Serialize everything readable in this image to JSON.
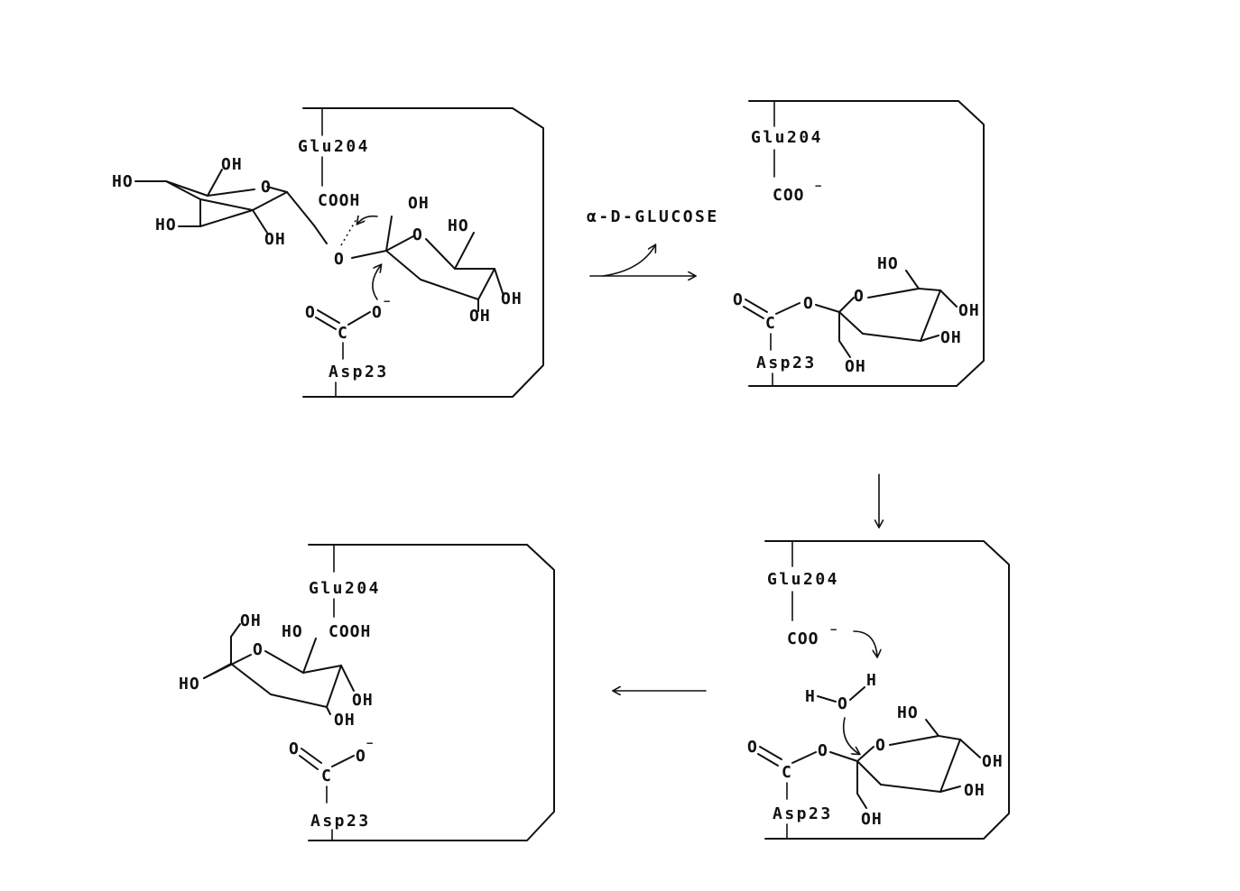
{
  "reaction_label": "α-D-GLUCOSE",
  "residues": {
    "glu": "Glu204",
    "asp": "Asp23"
  },
  "groups": {
    "cooh": "COOH",
    "coo": "COO",
    "minus": "−",
    "oh": "OH",
    "ho": "HO",
    "o": "O",
    "c": "C",
    "h": "H"
  }
}
